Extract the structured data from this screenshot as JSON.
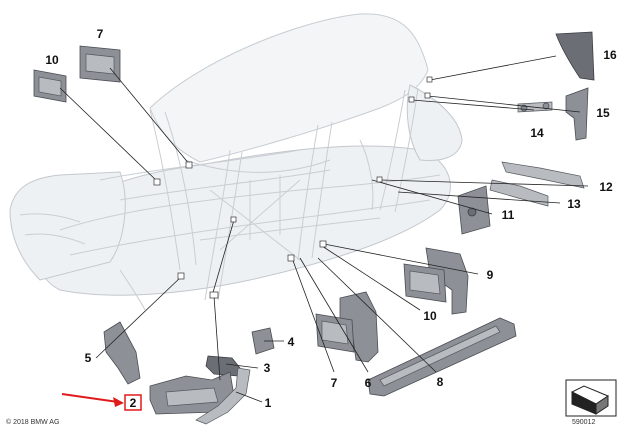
{
  "colors": {
    "arrow": "#e01b1b",
    "highlight_box": "#e01b1b",
    "parts": "#8d9197",
    "body": "#eef1f4"
  },
  "callouts": [
    {
      "id": "c1",
      "label": "1"
    },
    {
      "id": "c2",
      "label": "2",
      "highlighted": true
    },
    {
      "id": "c3",
      "label": "3"
    },
    {
      "id": "c4",
      "label": "4"
    },
    {
      "id": "c5",
      "label": "5"
    },
    {
      "id": "c6",
      "label": "6"
    },
    {
      "id": "c7a",
      "label": "7"
    },
    {
      "id": "c7b",
      "label": "7"
    },
    {
      "id": "c8",
      "label": "8"
    },
    {
      "id": "c9",
      "label": "9"
    },
    {
      "id": "c10a",
      "label": "10"
    },
    {
      "id": "c10b",
      "label": "10"
    },
    {
      "id": "c11",
      "label": "11"
    },
    {
      "id": "c12",
      "label": "12"
    },
    {
      "id": "c13",
      "label": "13"
    },
    {
      "id": "c14",
      "label": "14"
    },
    {
      "id": "c15",
      "label": "15"
    },
    {
      "id": "c16",
      "label": "16"
    }
  ],
  "footer": {
    "copyright": "© 2018 BMW AG",
    "diagram_code": "590012"
  },
  "icons": {
    "orientation_badge": "view-orientation-icon",
    "pointer": "red-arrow-icon"
  }
}
